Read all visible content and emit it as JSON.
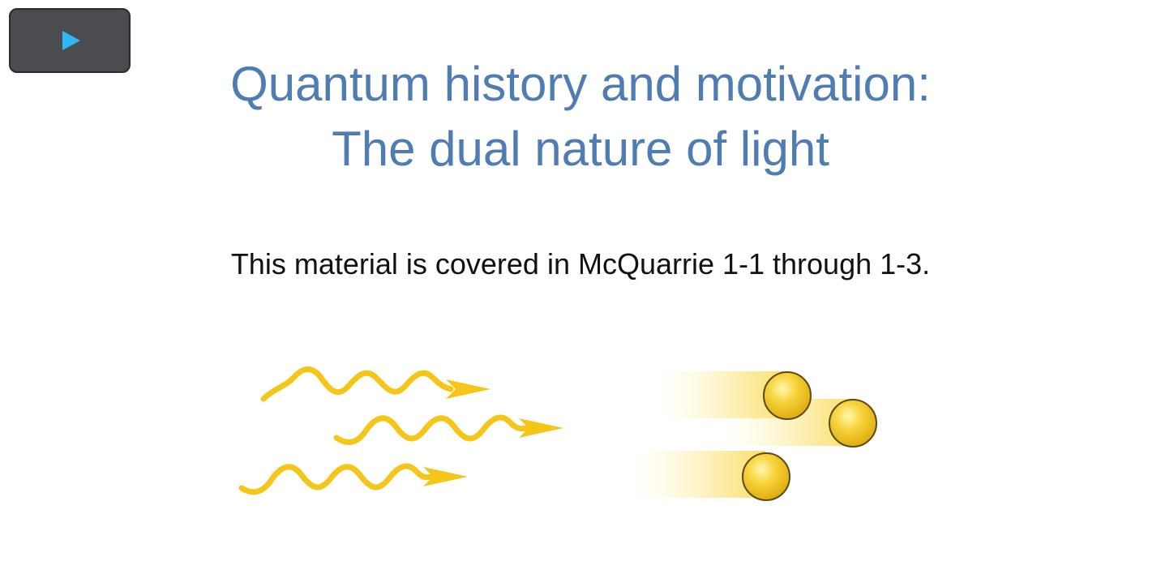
{
  "player": {
    "play_icon": "play-icon",
    "play_color": "#2fb8f5"
  },
  "slide": {
    "title_line1": "Quantum history and motivation:",
    "title_line2": "The dual nature of light",
    "subtitle": "This material is covered in McQuarrie 1-1 through 1-3.",
    "title_color": "#4f7db3"
  },
  "illustration": {
    "wave_color": "#f5c518",
    "particle_color": "#f5d02a"
  }
}
